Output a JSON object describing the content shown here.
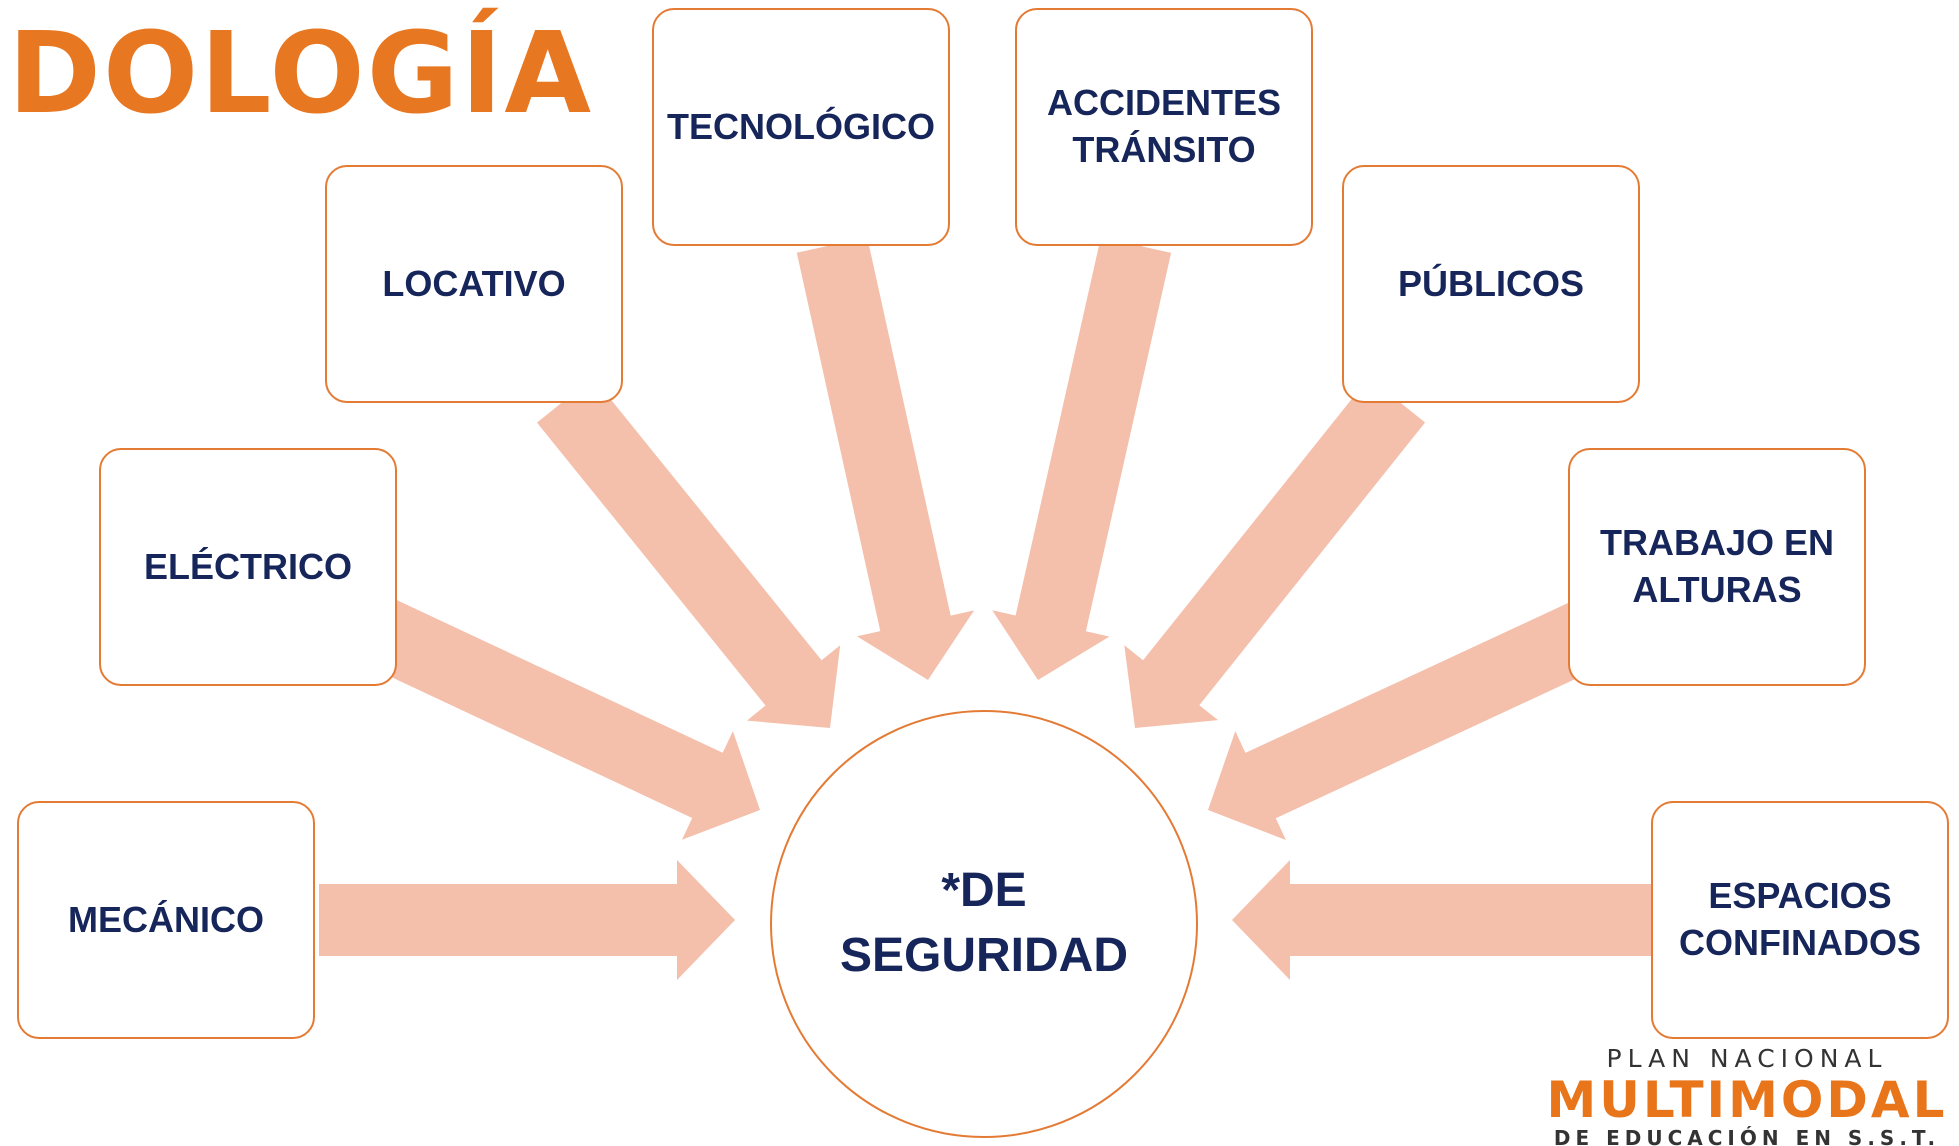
{
  "title": "DOLOGÍA",
  "colors": {
    "title": "#e87722",
    "box_border": "#e47b35",
    "arrow": "#f4bfab",
    "text": "#16255a",
    "logo_accent": "#e8751a"
  },
  "center": {
    "label": "*DE\nSEGURIDAD"
  },
  "boxes": [
    {
      "label": "MECÁNICO"
    },
    {
      "label": "ELÉCTRICO"
    },
    {
      "label": "LOCATIVO"
    },
    {
      "label": "TECNOLÓGICO"
    },
    {
      "label": "ACCIDENTES\nTRÁNSITO"
    },
    {
      "label": "PÚBLICOS"
    },
    {
      "label": "TRABAJO EN\nALTURAS"
    },
    {
      "label": "ESPACIOS\nCONFINADOS"
    }
  ],
  "logo": {
    "top": "PLAN NACIONAL",
    "main": "MULTIMODAL",
    "bottom": "DE EDUCACIÓN EN S.S.T."
  }
}
